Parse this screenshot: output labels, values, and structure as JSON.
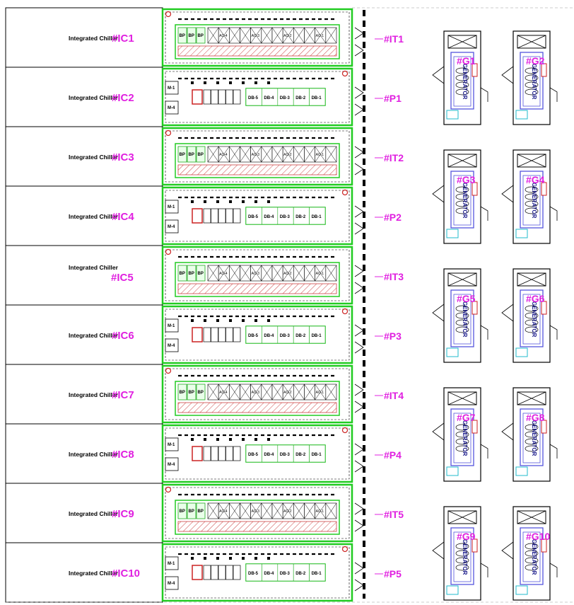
{
  "rows": [
    {
      "name": "Integrated Chiller",
      "id": "#IC1",
      "type": "it",
      "tag": "#IT1"
    },
    {
      "name": "Integrated Chiller",
      "id": "#IC2",
      "type": "power",
      "tag": "#P1"
    },
    {
      "name": "Integrated Chiller",
      "id": "#IC3",
      "type": "it",
      "tag": "#IT2"
    },
    {
      "name": "Integrated Chiller",
      "id": "#IC4",
      "type": "power",
      "tag": "#P2"
    },
    {
      "name": "Integrated Chiller",
      "id": "#IC5",
      "type": "it",
      "tag": "#IT3"
    },
    {
      "name": "Integrated Chiller",
      "id": "#IC6",
      "type": "power",
      "tag": "#P3"
    },
    {
      "name": "Integrated Chiller",
      "id": "#IC7",
      "type": "it",
      "tag": "#IT4"
    },
    {
      "name": "Integrated Chiller",
      "id": "#IC8",
      "type": "power",
      "tag": "#P4"
    },
    {
      "name": "Integrated Chiller",
      "id": "#IC9",
      "type": "it",
      "tag": "#IT5"
    },
    {
      "name": "Integrated Chiller",
      "id": "#IC10",
      "type": "power",
      "tag": "#P5"
    }
  ],
  "generators": [
    "#G1",
    "#G2",
    "#G3",
    "#G4",
    "#G5",
    "#G6",
    "#G7",
    "#G8",
    "#G9",
    "#G10"
  ],
  "generator_label": "GENERATOR",
  "it_module": {
    "left_cells": [
      "BP",
      "BP",
      "BP"
    ],
    "ac_cells": [
      "AC-4",
      "AC-3",
      "AC-2",
      "AC-1"
    ]
  },
  "power_module": {
    "left_boxes": [
      "M-1",
      "M-4"
    ],
    "db_cells": [
      "DB-5",
      "DB-4",
      "DB-3",
      "DB-2",
      "DB-1"
    ]
  },
  "colors": {
    "border": "#000000",
    "container": "#22cc22",
    "accent": "#e020e0",
    "generator": "#5555dd",
    "hatch": "#cc4444",
    "panel": "#cc2222"
  }
}
